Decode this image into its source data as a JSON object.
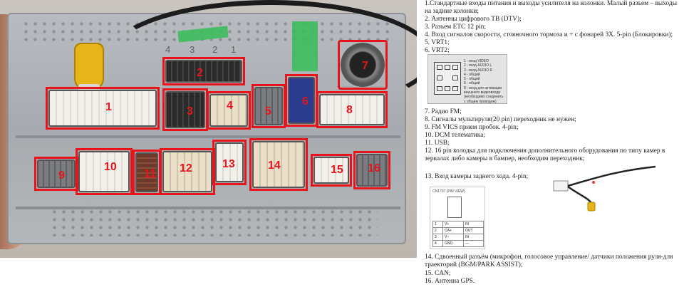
{
  "photo": {
    "pin_labels": [
      "4",
      "3",
      "2",
      "1"
    ],
    "markers": [
      "1",
      "2",
      "3",
      "4",
      "5",
      "6",
      "7",
      "8",
      "9",
      "10",
      "11",
      "12",
      "13",
      "14",
      "15",
      "16"
    ],
    "colors": {
      "marker": "#e8141c",
      "tape": "#3dbd5e",
      "rca": "#e7b51a"
    }
  },
  "notes_top": [
    "1.Стандартные входы питания и выходы усилителя на колонки. Малый разъем – выходы на задние колонки;",
    "2. Антенны цифрового ТВ (DTV);",
    "3. Разъем ETC 12 pin;",
    "4. Вход сигналов скорости, стояночного тормоза и + с фонарей ЗХ. 5-pin (Блокировки);",
    "5. VRT1;",
    "6. VRT2;"
  ],
  "legend": {
    "lines": [
      "1 - вход VIDEO",
      "2 - вход AUDIO L",
      "3 - вход AUDIO R",
      "4 - общий",
      "5 - общий",
      "6 - общий",
      "8 - вход для активации",
      "внешнего видеовхода",
      "(необходимо соединить",
      "с общим проводом)"
    ]
  },
  "notes_mid": [
    "7. Радио FM;",
    "8. Сигналы мультируля(20 pin) переходник не нужен;",
    "9. FM VICS прием пробок. 4-pin;",
    "10. DCM телематика;",
    "11. USB;",
    "12. 16 pin колодка для подключения дополнительного оборудования по типу камер в зеркалах либо камеры в бампер, необходим переходник;"
  ],
  "item13": "13. Вход камеры заднего хода. 4-pin;",
  "pin_table": {
    "caption": "CN1707 (PIN VIEW)",
    "rows": [
      [
        "1",
        "V+",
        "IN"
      ],
      [
        "2",
        "CA+",
        "OUT"
      ],
      [
        "3",
        "V−",
        "IN"
      ],
      [
        "4",
        "GND",
        "—"
      ]
    ]
  },
  "notes_bottom": [
    "14. Сдвоенный разъём (микрофон, голосовое управление/ датчики положения руля-для траекторий (BGM/PARK ASSIST);",
    "15. CAN;",
    "16. Антенна GPS."
  ]
}
